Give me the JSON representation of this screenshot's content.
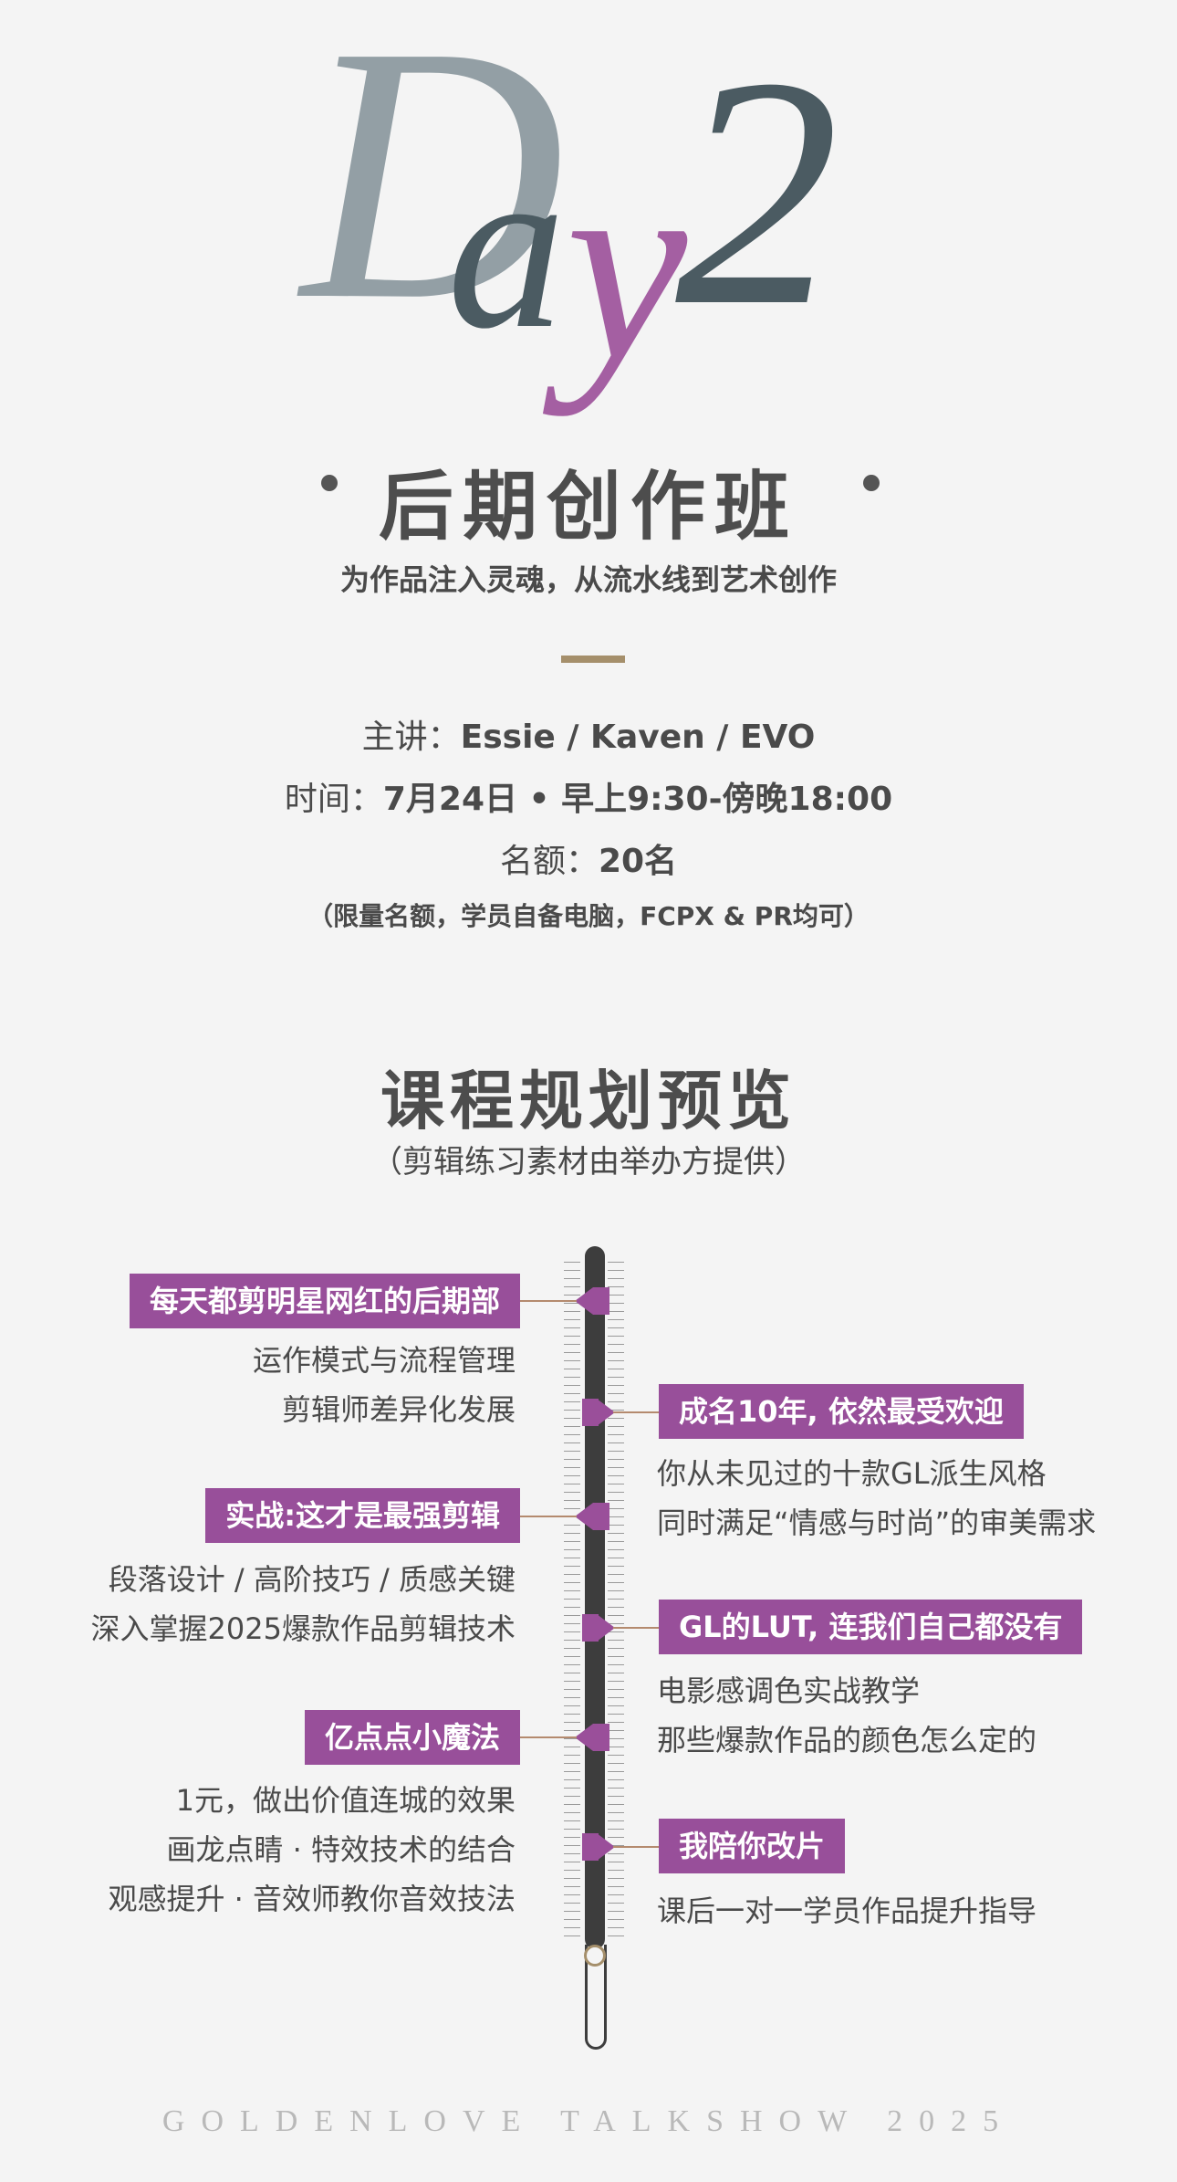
{
  "header": {
    "d": "D",
    "a": "a",
    "y": "y",
    "num": "2",
    "title": "后期创作班",
    "subtitle": "为作品注入灵魂，从流水线到艺术创作"
  },
  "info": {
    "speaker_label": "主讲：",
    "speaker_value": "Essie / Kaven / EVO",
    "time_label": "时间：",
    "time_value": "7月24日 • 早上9:30-傍晚18:00",
    "quota_label": "名额：",
    "quota_value": "20名",
    "note": "（限量名额，学员自备电脑，FCPX & PR均可）"
  },
  "section": {
    "title": "课程规划预览",
    "subtitle": "（剪辑练习素材由举办方提供）"
  },
  "timeline": {
    "left": [
      {
        "tag": "每天都剪明星网红的后期部",
        "lines": [
          "运作模式与流程管理",
          "剪辑师差异化发展"
        ]
      },
      {
        "tag": "实战:这才是最强剪辑",
        "lines": [
          "段落设计 / 高阶技巧 / 质感关键",
          "深入掌握2025爆款作品剪辑技术"
        ]
      },
      {
        "tag": "亿点点小魔法",
        "lines": [
          "1元，做出价值连城的效果",
          "画龙点睛 · 特效技术的结合",
          "观感提升 · 音效师教你音效技法"
        ]
      }
    ],
    "right": [
      {
        "tag": "成名10年, 依然最受欢迎",
        "lines": [
          "你从未见过的十款GL派生风格",
          "同时满足“情感与时尚”的审美需求"
        ]
      },
      {
        "tag": "GL的LUT, 连我们自己都没有",
        "lines": [
          "电影感调色实战教学",
          "那些爆款作品的颜色怎么定的"
        ]
      },
      {
        "tag": "我陪你改片",
        "lines": [
          "课后一对一学员作品提升指导"
        ]
      }
    ]
  },
  "footer": "GOLDENLOVE TALKSHOW 2025",
  "colors": {
    "accent": "#984f9a",
    "gold": "#a58f6b",
    "slate": "#4b5b62",
    "gray": "#939fa5"
  }
}
